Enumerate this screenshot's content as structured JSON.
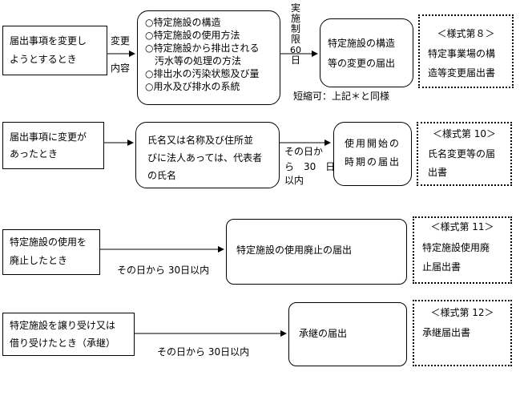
{
  "row1": {
    "trigger_lines": [
      "届出事項を変更し",
      "ようとするとき"
    ],
    "edge_label_lines": [
      "変更",
      "内容"
    ],
    "items": [
      "○特定施設の構造",
      "○特定施設の使用方法",
      "○特定施設から排出される",
      "　汚水等の処理の方法",
      "○排出水の汚染状態及び量",
      "○用水及び排水の系統"
    ],
    "deadline_chars": [
      "実",
      "施",
      "制",
      "限",
      "60",
      "日"
    ],
    "result_lines": [
      "特定施設の構造",
      "等の変更の届出"
    ],
    "form_lines": [
      "＜様式第８＞",
      "特定事業場の構",
      "造等変更届出書"
    ],
    "note": "短縮可：上記＊と同様"
  },
  "row2": {
    "trigger_lines": [
      "届出事項に変更が",
      "あったとき"
    ],
    "items": [
      "氏名又は名称及び住所並",
      "びに法人あっては、代表者",
      "の氏名"
    ],
    "deadline_lines": [
      "その日か",
      "ら　30　日",
      "以内"
    ],
    "result_lines": [
      "使用開始の",
      "時期の届出"
    ],
    "form_lines": [
      "＜様式第 10＞",
      "氏名変更等の届",
      "出書"
    ]
  },
  "row3": {
    "trigger_lines": [
      "特定施設の使用を",
      "廃止したとき"
    ],
    "deadline": "その日から 30日以内",
    "result": "特定施設の使用廃止の届出",
    "form_lines": [
      "＜様式第 11＞",
      "特定施設使用廃",
      "止届出書"
    ]
  },
  "row4": {
    "trigger_lines": [
      "特定施設を譲り受け又は",
      "借り受けたとき（承継）"
    ],
    "deadline": "その日から 30日以内",
    "result": "承継の届出",
    "form_lines": [
      "＜様式第 12＞",
      "承継届出書"
    ]
  }
}
